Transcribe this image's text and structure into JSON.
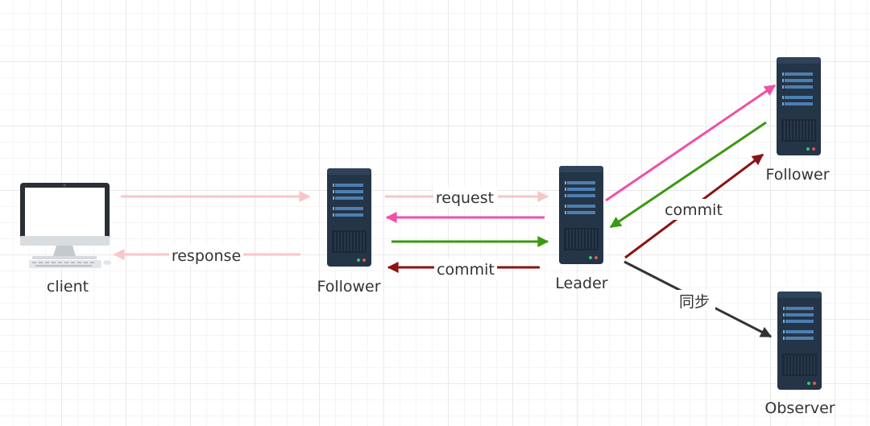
{
  "nodes": {
    "client": {
      "label": "client",
      "icon": "desktop-monitor-icon"
    },
    "follower_mid": {
      "label": "Follower",
      "icon": "server-tower-icon"
    },
    "leader": {
      "label": "Leader",
      "icon": "server-tower-icon"
    },
    "follower_right": {
      "label": "Follower",
      "icon": "server-tower-icon"
    },
    "observer": {
      "label": "Observer",
      "icon": "server-tower-icon"
    }
  },
  "edges": {
    "request": {
      "label": "request",
      "color": "#f7c6c6"
    },
    "response": {
      "label": "response",
      "color": "#f7c6c6"
    },
    "forward": {
      "label": "",
      "color": "#f050a8"
    },
    "ack": {
      "label": "",
      "color": "#3a9a10"
    },
    "commit_mid": {
      "label": "commit",
      "color": "#8b1414"
    },
    "commit_right": {
      "label": "commit",
      "color": "#8b1414"
    },
    "sync": {
      "label": "同步",
      "color": "#333333"
    }
  },
  "colors": {
    "server_body": "#243548",
    "server_bars": "#4d7fb0",
    "pink_light": "#f7c6c6",
    "pink": "#f050a8",
    "green": "#3a9a10",
    "dark_red": "#8b1414",
    "dark": "#333333"
  }
}
